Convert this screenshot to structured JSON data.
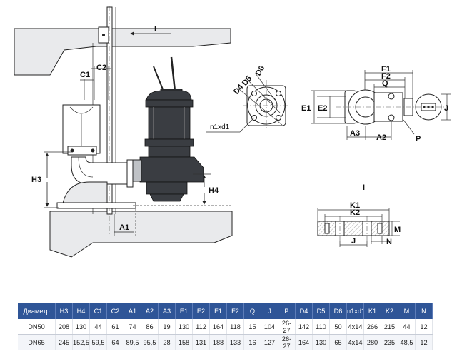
{
  "labels": {
    "I_arrow": "I",
    "I_section": "I",
    "C1": "C1",
    "C2": "C2",
    "H3": "H3",
    "H4": "H4",
    "A1": "A1",
    "D4": "D4",
    "D5": "D5",
    "D6": "D6",
    "n1xd1": "n1xd1",
    "E1": "E1",
    "E2": "E2",
    "F1": "F1",
    "F2": "F2",
    "Q": "Q",
    "J_side": "J",
    "A2": "A2",
    "A3": "A3",
    "P": "P",
    "K1": "K1",
    "K2": "K2",
    "M": "M",
    "N": "N",
    "J_section": "J"
  },
  "table": {
    "headers": [
      "Диаметр",
      "H3",
      "H4",
      "C1",
      "C2",
      "A1",
      "A2",
      "A3",
      "E1",
      "E2",
      "F1",
      "F2",
      "Q",
      "J",
      "P",
      "D4",
      "D5",
      "D6",
      "n1xd1",
      "K1",
      "K2",
      "M",
      "N"
    ],
    "rows": [
      [
        "DN50",
        "208",
        "130",
        "44",
        "61",
        "74",
        "86",
        "19",
        "130",
        "112",
        "164",
        "118",
        "15",
        "104",
        "26-27",
        "142",
        "110",
        "50",
        "4x14",
        "266",
        "215",
        "44",
        "12"
      ],
      [
        "DN65",
        "245",
        "152,5",
        "59,5",
        "64",
        "89,5",
        "95,5",
        "28",
        "158",
        "131",
        "188",
        "133",
        "16",
        "127",
        "26-27",
        "164",
        "130",
        "65",
        "4x14",
        "280",
        "235",
        "48,5",
        "12"
      ]
    ]
  },
  "colors": {
    "header_bg": "#2f5597",
    "header_text": "#ffffff",
    "row_alt": "#f3f5f9"
  }
}
